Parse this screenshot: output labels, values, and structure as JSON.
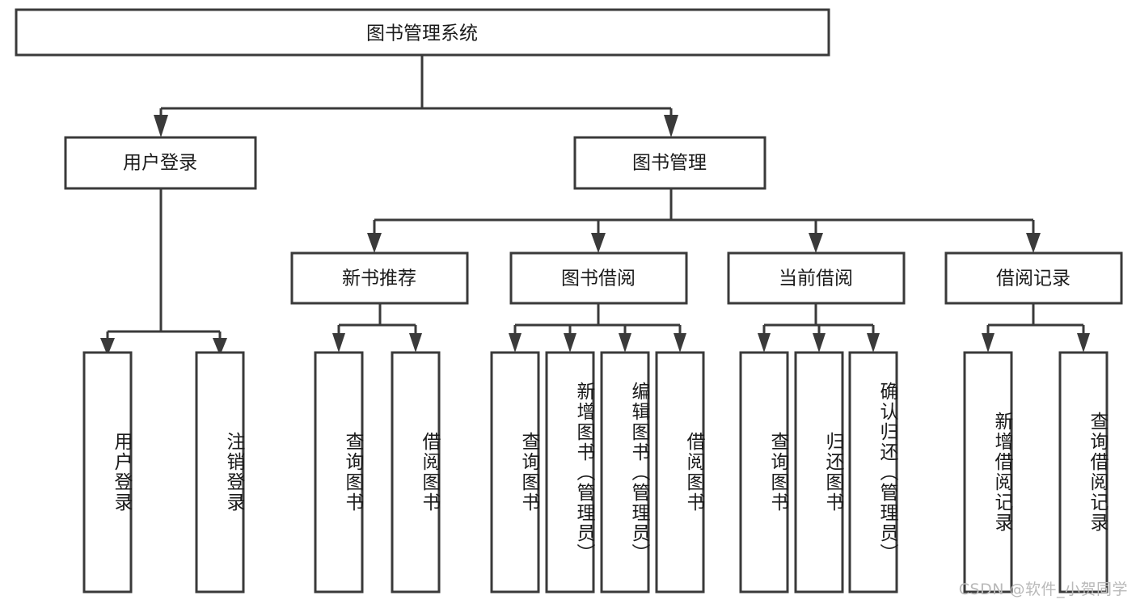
{
  "diagram": {
    "title": "图书管理系统",
    "type": "tree",
    "orientation": "top-down",
    "colors": {
      "stroke": "#3a3a3a",
      "fill": "#ffffff",
      "text": "#1a1a1a",
      "watermark": "#b9b9b9"
    },
    "levels": {
      "root": {
        "label": "图书管理系统"
      },
      "level2": [
        {
          "label": "用户登录"
        },
        {
          "label": "图书管理"
        }
      ],
      "level3": [
        {
          "label": "新书推荐"
        },
        {
          "label": "图书借阅"
        },
        {
          "label": "当前借阅"
        },
        {
          "label": "借阅记录"
        }
      ],
      "leaves": {
        "user_login": [
          {
            "label": "用户登录"
          },
          {
            "label": "注销登录"
          }
        ],
        "new_book_recommend": [
          {
            "label": "查询图书"
          },
          {
            "label": "借阅图书"
          }
        ],
        "book_borrow": [
          {
            "label": "查询图书"
          },
          {
            "label": "新增图书（管理员）"
          },
          {
            "label": "编辑图书（管理员）"
          },
          {
            "label": "借阅图书"
          }
        ],
        "current_borrow": [
          {
            "label": "查询图书"
          },
          {
            "label": "归还图书"
          },
          {
            "label": "确认归还（管理员）"
          }
        ],
        "borrow_record": [
          {
            "label": "新增借阅记录"
          },
          {
            "label": "查询借阅记录"
          }
        ]
      }
    }
  },
  "watermark": {
    "text": "CSDN @软件_小贺同学"
  }
}
